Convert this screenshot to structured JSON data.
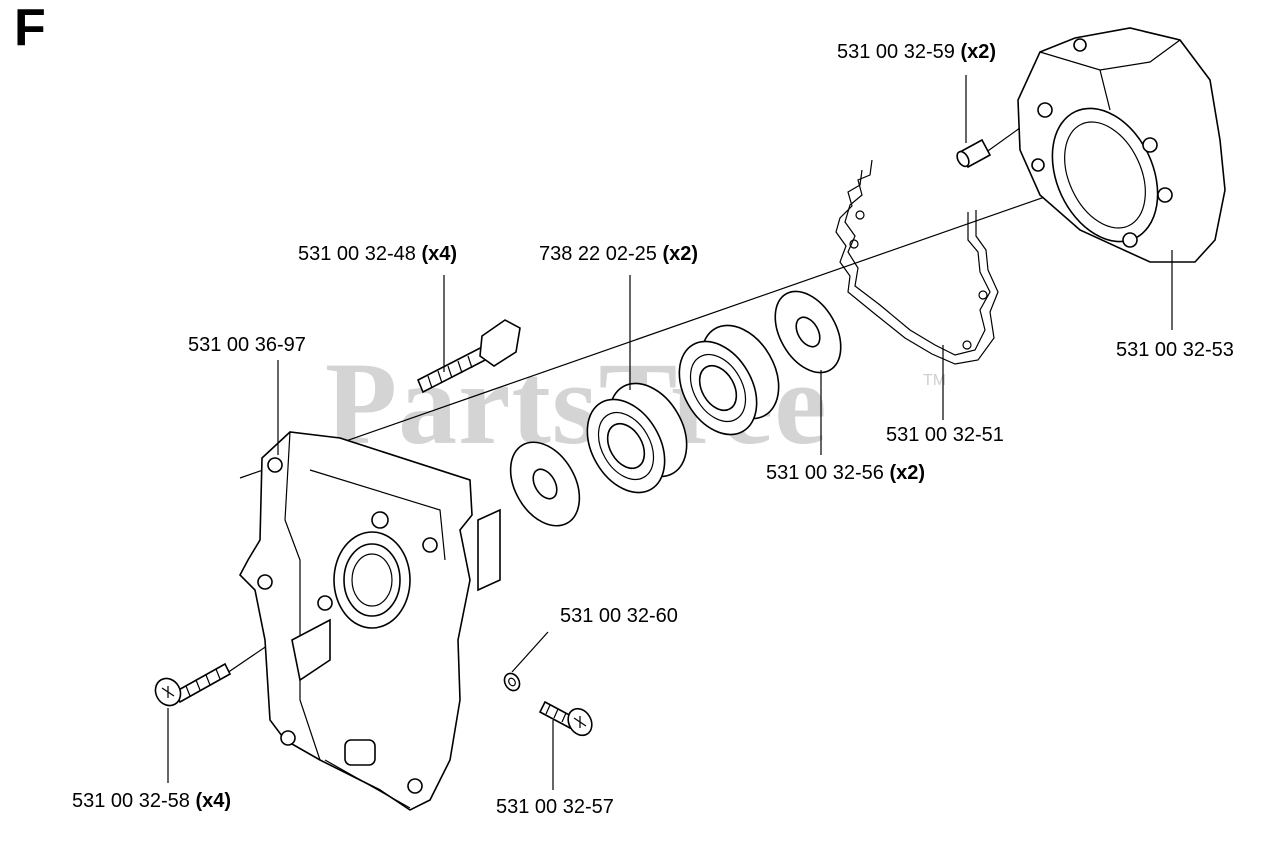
{
  "figure": {
    "section_letter": "F",
    "watermark": "PartsTree",
    "trademark": "TM"
  },
  "parts": [
    {
      "id": "p1",
      "number": "531 00 32-59",
      "qty": "(x2)"
    },
    {
      "id": "p2",
      "number": "531 00 32-53",
      "qty": ""
    },
    {
      "id": "p3",
      "number": "531 00 32-48",
      "qty": "(x4)"
    },
    {
      "id": "p4",
      "number": "738 22 02-25",
      "qty": "(x2)"
    },
    {
      "id": "p5",
      "number": "531 00 36-97",
      "qty": ""
    },
    {
      "id": "p6",
      "number": "531 00 32-51",
      "qty": ""
    },
    {
      "id": "p7",
      "number": "531 00 32-56",
      "qty": "(x2)"
    },
    {
      "id": "p8",
      "number": "531 00 32-60",
      "qty": ""
    },
    {
      "id": "p9",
      "number": "531 00 32-58",
      "qty": "(x4)"
    },
    {
      "id": "p10",
      "number": "531 00 32-57",
      "qty": ""
    }
  ]
}
